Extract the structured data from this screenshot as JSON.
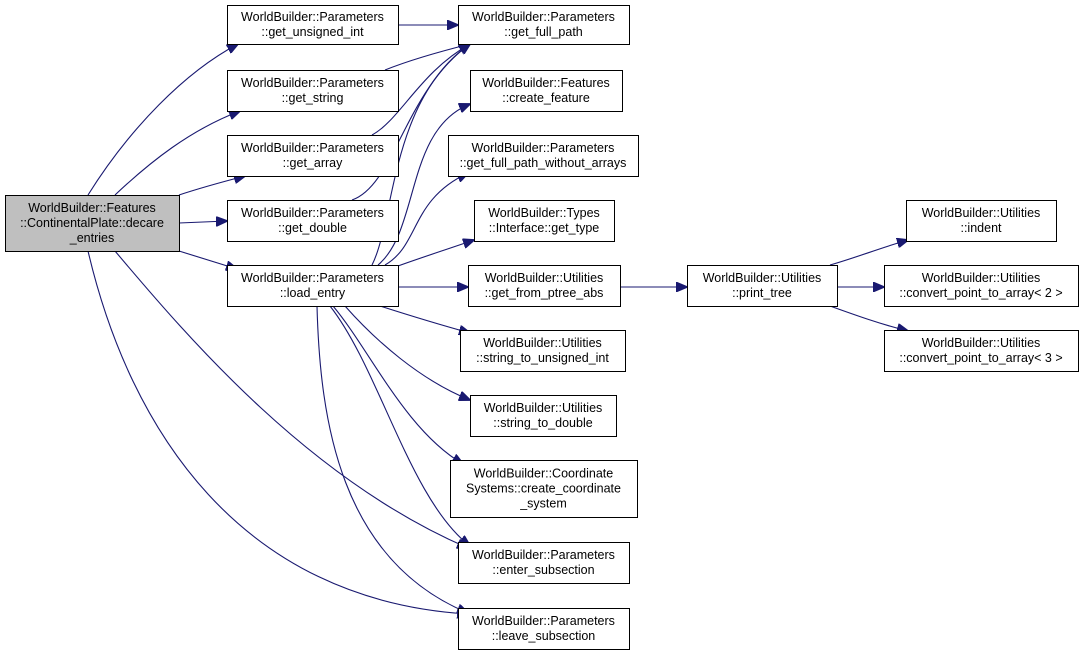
{
  "colors": {
    "edge": "#191970",
    "root_fill": "#bfbfbf",
    "node_fill": "#ffffff",
    "border": "#000000"
  },
  "nodes": [
    {
      "id": "root",
      "lines": [
        "WorldBuilder::Features",
        "::ContinentalPlate::decare",
        "_entries"
      ],
      "root": true
    },
    {
      "id": "get_unsigned_int",
      "lines": [
        "WorldBuilder::Parameters",
        "::get_unsigned_int"
      ]
    },
    {
      "id": "get_string",
      "lines": [
        "WorldBuilder::Parameters",
        "::get_string"
      ]
    },
    {
      "id": "get_array",
      "lines": [
        "WorldBuilder::Parameters",
        "::get_array"
      ]
    },
    {
      "id": "get_double",
      "lines": [
        "WorldBuilder::Parameters",
        "::get_double"
      ]
    },
    {
      "id": "load_entry",
      "lines": [
        "WorldBuilder::Parameters",
        "::load_entry"
      ]
    },
    {
      "id": "get_full_path",
      "lines": [
        "WorldBuilder::Parameters",
        "::get_full_path"
      ]
    },
    {
      "id": "create_feature",
      "lines": [
        "WorldBuilder::Features",
        "::create_feature"
      ]
    },
    {
      "id": "get_full_path_without_arrays",
      "lines": [
        "WorldBuilder::Parameters",
        "::get_full_path_without_arrays"
      ]
    },
    {
      "id": "get_type",
      "lines": [
        "WorldBuilder::Types",
        "::Interface::get_type"
      ]
    },
    {
      "id": "get_from_ptree_abs",
      "lines": [
        "WorldBuilder::Utilities",
        "::get_from_ptree_abs"
      ]
    },
    {
      "id": "string_to_unsigned_int",
      "lines": [
        "WorldBuilder::Utilities",
        "::string_to_unsigned_int"
      ]
    },
    {
      "id": "string_to_double",
      "lines": [
        "WorldBuilder::Utilities",
        "::string_to_double"
      ]
    },
    {
      "id": "create_coordinate_system",
      "lines": [
        "WorldBuilder::Coordinate",
        "Systems::create_coordinate",
        "_system"
      ]
    },
    {
      "id": "enter_subsection",
      "lines": [
        "WorldBuilder::Parameters",
        "::enter_subsection"
      ]
    },
    {
      "id": "leave_subsection",
      "lines": [
        "WorldBuilder::Parameters",
        "::leave_subsection"
      ]
    },
    {
      "id": "print_tree",
      "lines": [
        "WorldBuilder::Utilities",
        "::print_tree"
      ]
    },
    {
      "id": "indent",
      "lines": [
        "WorldBuilder::Utilities",
        "::indent"
      ]
    },
    {
      "id": "convert_point_to_array_2",
      "lines": [
        "WorldBuilder::Utilities",
        "::convert_point_to_array< 2 >"
      ]
    },
    {
      "id": "convert_point_to_array_3",
      "lines": [
        "WorldBuilder::Utilities",
        "::convert_point_to_array< 3 >"
      ]
    }
  ],
  "edges": [
    {
      "from": "root",
      "to": "get_unsigned_int"
    },
    {
      "from": "root",
      "to": "get_string"
    },
    {
      "from": "root",
      "to": "get_array"
    },
    {
      "from": "root",
      "to": "get_double"
    },
    {
      "from": "root",
      "to": "load_entry"
    },
    {
      "from": "root",
      "to": "enter_subsection"
    },
    {
      "from": "root",
      "to": "leave_subsection"
    },
    {
      "from": "get_unsigned_int",
      "to": "get_full_path"
    },
    {
      "from": "get_string",
      "to": "get_full_path"
    },
    {
      "from": "get_array",
      "to": "get_full_path"
    },
    {
      "from": "get_double",
      "to": "get_full_path"
    },
    {
      "from": "load_entry",
      "to": "get_full_path"
    },
    {
      "from": "load_entry",
      "to": "create_feature"
    },
    {
      "from": "load_entry",
      "to": "get_full_path_without_arrays"
    },
    {
      "from": "load_entry",
      "to": "get_type"
    },
    {
      "from": "load_entry",
      "to": "get_from_ptree_abs"
    },
    {
      "from": "load_entry",
      "to": "string_to_unsigned_int"
    },
    {
      "from": "load_entry",
      "to": "string_to_double"
    },
    {
      "from": "load_entry",
      "to": "create_coordinate_system"
    },
    {
      "from": "load_entry",
      "to": "enter_subsection"
    },
    {
      "from": "load_entry",
      "to": "leave_subsection"
    },
    {
      "from": "get_from_ptree_abs",
      "to": "print_tree"
    },
    {
      "from": "print_tree",
      "to": "indent"
    },
    {
      "from": "print_tree",
      "to": "convert_point_to_array_2"
    },
    {
      "from": "print_tree",
      "to": "convert_point_to_array_3"
    }
  ]
}
